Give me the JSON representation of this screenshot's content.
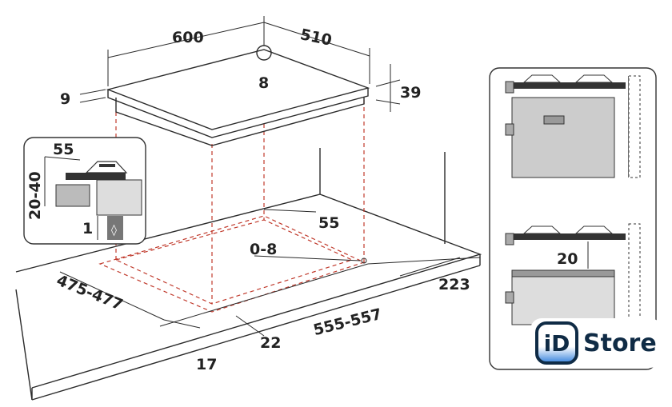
{
  "hob_dimensions": {
    "width": "600",
    "depth": "510",
    "gas_inlet": "8",
    "top_thickness": "9",
    "height": "39"
  },
  "inset_detail": {
    "top_gap": "55",
    "panel_gap": "20-40",
    "bottom_gap": "1"
  },
  "cutout_dimensions": {
    "rear_distance": "55",
    "tolerance": "0-8",
    "cutout_depth": "475-477",
    "cutout_width": "555-557",
    "side_distance": "223",
    "front_distance": "22",
    "front_edge": "17"
  },
  "oven_installation": {
    "gap": "20"
  },
  "watermark": {
    "badge": "iD",
    "text": "Store"
  }
}
